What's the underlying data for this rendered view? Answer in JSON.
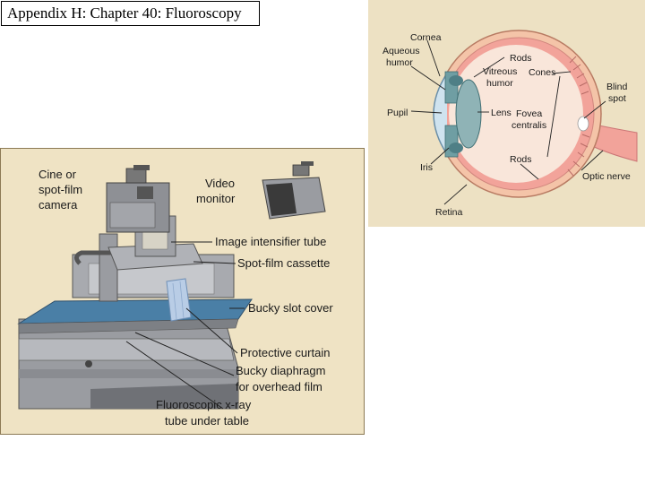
{
  "title": "Appendix H: Chapter 40: Fluoroscopy",
  "fluoroscope_labels": {
    "cine_camera": [
      "Cine or",
      "spot-film",
      "camera"
    ],
    "video_monitor": [
      "Video",
      "monitor"
    ],
    "image_intensifier": "Image intensifier tube",
    "spot_film_cassette": "Spot-film cassette",
    "bucky_slot_cover": "Bucky slot cover",
    "protective_curtain": "Protective curtain",
    "bucky_diaphragm": [
      "Bucky diaphragm",
      "for overhead film"
    ],
    "xray_tube": [
      "Fluoroscopic x-ray",
      "tube under table"
    ]
  },
  "eye_labels": {
    "cornea": "Cornea",
    "aqueous_humor": [
      "Aqueous",
      "humor"
    ],
    "rods_top": "Rods",
    "vitreous_humor": [
      "Vitreous",
      "humor"
    ],
    "cones": "Cones",
    "blind_spot": [
      "Blind",
      "spot"
    ],
    "pupil": "Pupil",
    "lens": "Lens",
    "fovea": [
      "Fovea",
      "centralis"
    ],
    "iris": "Iris",
    "rods_bottom": "Rods",
    "optic_nerve": "Optic nerve",
    "retina": "Retina"
  },
  "colors": {
    "panel_bg": "#efe3c4",
    "machine_gray": "#9c9ea3",
    "table_blue": "#4a7fa6",
    "curtain_blue": "#b9cde6",
    "retina_pink": "#f2a39a",
    "sclera": "#f7e9d6",
    "lens_teal": "#6f9ea3"
  }
}
